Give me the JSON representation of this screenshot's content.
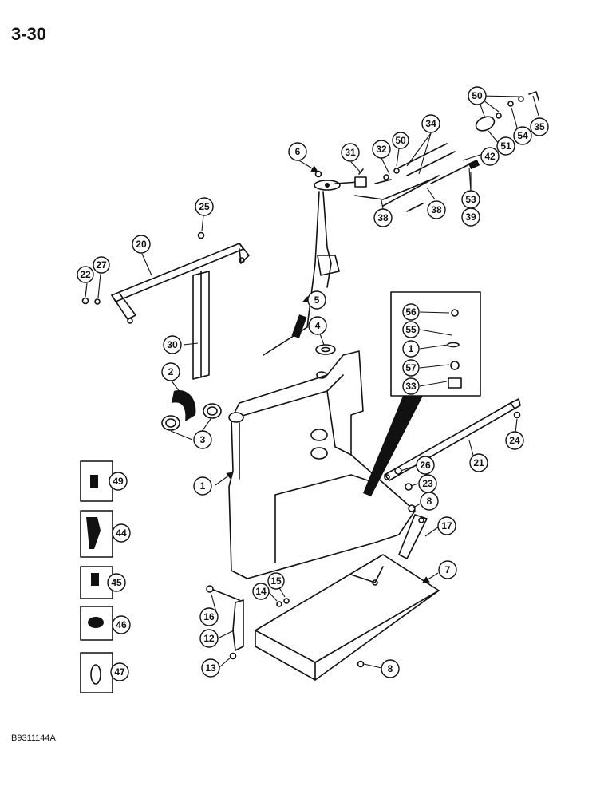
{
  "page_number": "3-30",
  "figure_code": "B9311144A",
  "callouts": [
    "1",
    "2",
    "3",
    "4",
    "5",
    "6",
    "7",
    "8",
    "8",
    "12",
    "13",
    "14",
    "15",
    "16",
    "17",
    "20",
    "21",
    "22",
    "23",
    "24",
    "25",
    "26",
    "27",
    "30",
    "31",
    "32",
    "34",
    "35",
    "38",
    "38",
    "39",
    "42",
    "44",
    "45",
    "46",
    "47",
    "49",
    "50",
    "50",
    "51",
    "53",
    "54",
    "55",
    "56",
    "57",
    "1",
    "33"
  ],
  "colors": {
    "ink": "#111111",
    "paper": "#ffffff"
  }
}
